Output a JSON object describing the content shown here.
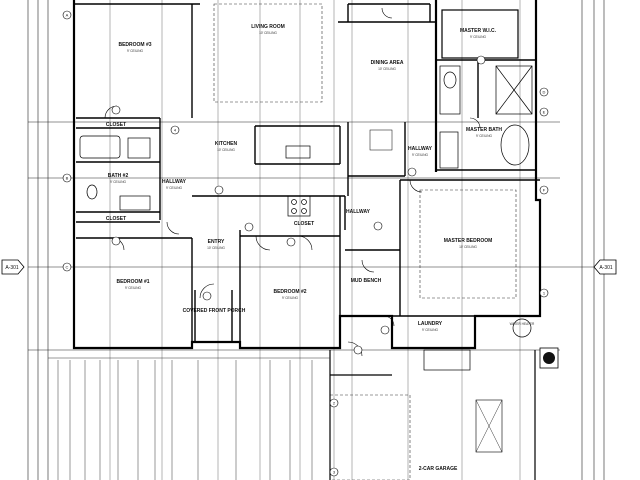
{
  "rooms": {
    "bedroom_top": {
      "name": "BEDROOM #3",
      "ceiling": "9' CEILING"
    },
    "living": {
      "name": "LIVING ROOM",
      "ceiling": "10' CEILING"
    },
    "dining": {
      "name": "DINING AREA",
      "ceiling": "10' CEILING"
    },
    "master_wic": {
      "name": "MASTER W.I.C.",
      "ceiling": "9' CEILING"
    },
    "master_bath": {
      "name": "MASTER BATH",
      "ceiling": "9' CEILING"
    },
    "closet_top": {
      "name": "CLOSET"
    },
    "kitchen": {
      "name": "KITCHEN",
      "ceiling": "10' CEILING"
    },
    "hallway_r": {
      "name": "HALLWAY",
      "ceiling": "9' CEILING"
    },
    "bath2": {
      "name": "BATH #2",
      "ceiling": "9' CEILING"
    },
    "hallway_l": {
      "name": "HALLWAY",
      "ceiling": "9' CEILING"
    },
    "closet_l": {
      "name": "CLOSET"
    },
    "closet_c": {
      "name": "CLOSET"
    },
    "hallway_c": {
      "name": "HALLWAY"
    },
    "master_bed": {
      "name": "MASTER BEDROOM",
      "ceiling": "10' CEILING"
    },
    "entry": {
      "name": "ENTRY",
      "ceiling": "10' CEILING"
    },
    "bedroom_bl": {
      "name": "BEDROOM #1",
      "ceiling": "9' CEILING"
    },
    "bedroom_bc": {
      "name": "BEDROOM #2",
      "ceiling": "9' CEILING"
    },
    "mud_bench": {
      "name": "MUD BENCH"
    },
    "porch": {
      "name": "COVERED FRONT PORCH"
    },
    "laundry": {
      "name": "LAUNDRY",
      "ceiling": "9' CEILING"
    },
    "water_heater": {
      "name": "WATER HEATER"
    },
    "garage": {
      "name": "2-CAR GARAGE"
    }
  },
  "section_marks": {
    "left": "A-301",
    "right": "A-301"
  },
  "grid_bubbles": [
    "A",
    "B",
    "C",
    "D",
    "E",
    "F",
    "1",
    "2",
    "3",
    "4"
  ]
}
